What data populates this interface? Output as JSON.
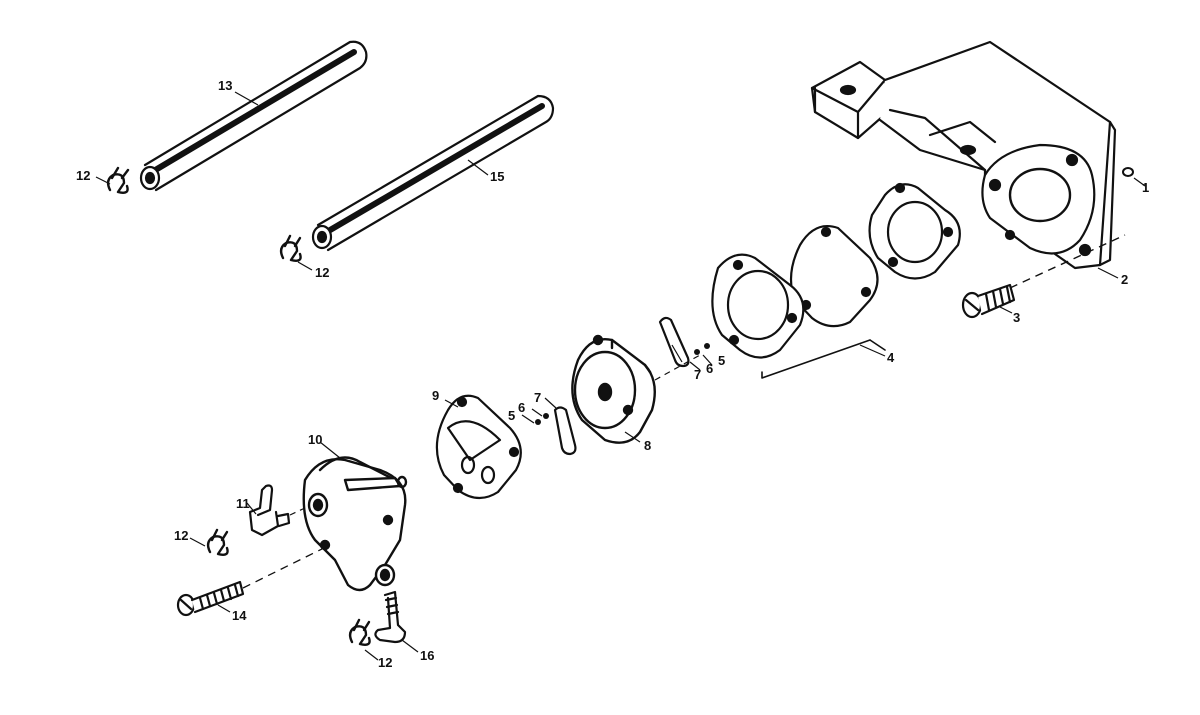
{
  "ink_color": "#111111",
  "paper_color": "#ffffff",
  "callouts": {
    "c1": "1",
    "c2": "2",
    "c3": "3",
    "c4": "4",
    "c5a": "5",
    "c5b": "5",
    "c6a": "6",
    "c6b": "6",
    "c7a": "7",
    "c7b": "7",
    "c8": "8",
    "c9": "9",
    "c10": "10",
    "c11": "11",
    "c12a": "12",
    "c12b": "12",
    "c12c": "12",
    "c12d": "12",
    "c13": "13",
    "c14": "14",
    "c15": "15",
    "c16": "16"
  }
}
